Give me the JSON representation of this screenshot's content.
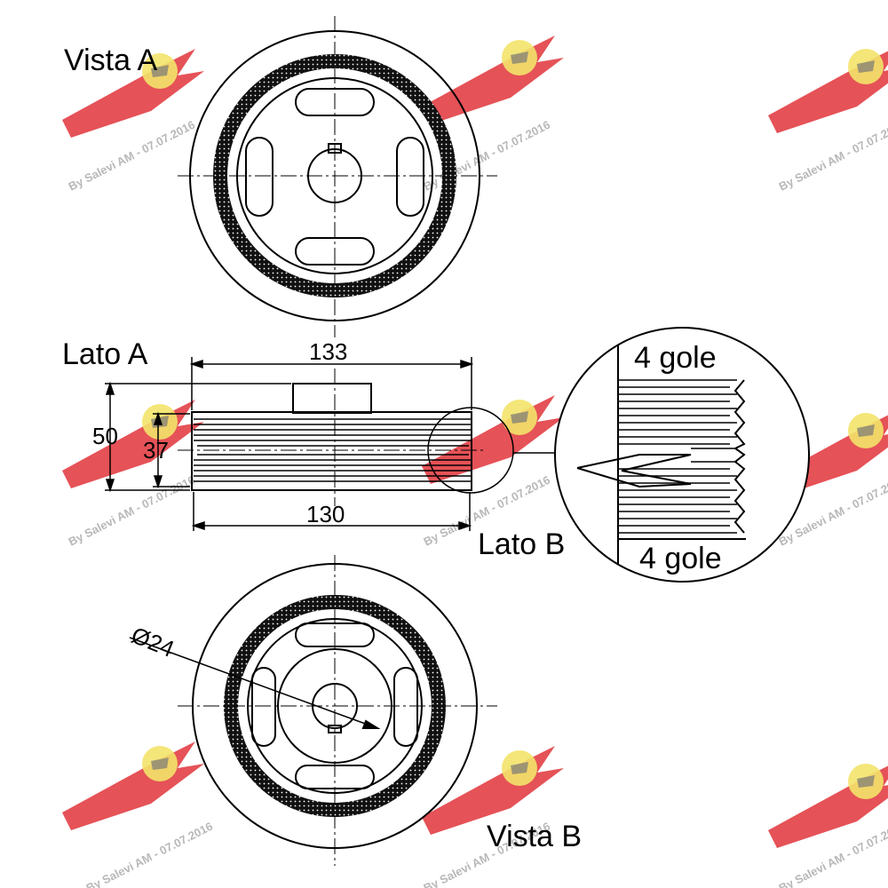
{
  "labels": {
    "view_a": "Vista A",
    "view_b": "Vista B",
    "side_a": "Lato A",
    "side_b": "Lato B",
    "grooves_top": "4 gole",
    "grooves_bottom": "4 gole"
  },
  "dimensions": {
    "outer_diameter": "133",
    "groove_diameter": "130",
    "total_width": "50",
    "groove_width": "37",
    "bore_diameter": "Ø24"
  },
  "watermark": {
    "text": "By Salevi AM - 07.07.2016",
    "colors": {
      "wing": "#e0343a",
      "badge": "#f3e36a"
    }
  },
  "colors": {
    "line": "#000000",
    "background": "#ffffff"
  }
}
